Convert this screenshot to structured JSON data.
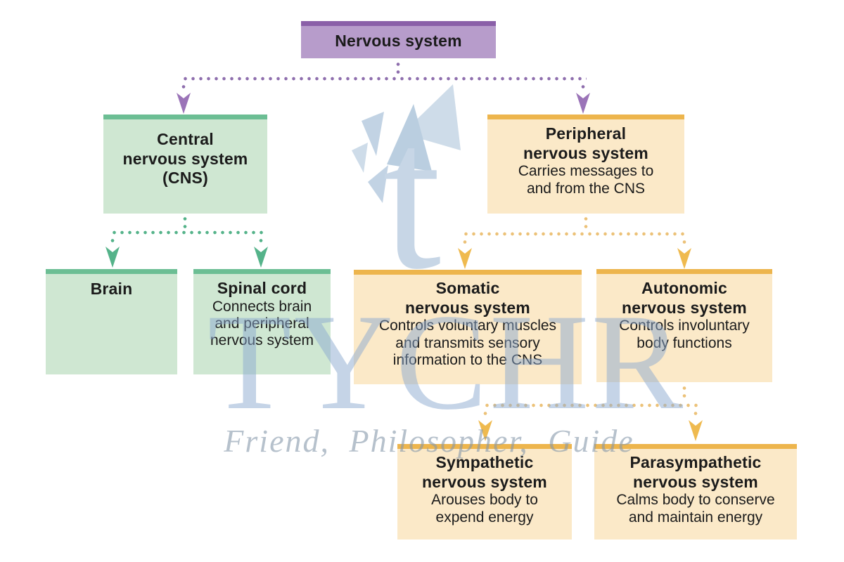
{
  "diagram": {
    "nodes": {
      "nervous_system": {
        "title": [
          "Nervous system"
        ]
      },
      "cns": {
        "title": [
          "Central",
          "nervous system",
          "(CNS)"
        ]
      },
      "pns": {
        "title": [
          "Peripheral",
          "nervous system"
        ],
        "body": [
          "Carries messages to",
          "and from the CNS"
        ]
      },
      "brain": {
        "title": [
          "Brain"
        ]
      },
      "spinal_cord": {
        "title": [
          "Spinal cord"
        ],
        "body": [
          "Connects brain",
          "and peripheral",
          "nervous system"
        ]
      },
      "somatic": {
        "title": [
          "Somatic",
          "nervous system"
        ],
        "body": [
          "Controls voluntary muscles",
          "and transmits sensory",
          "information to the CNS"
        ]
      },
      "autonomic": {
        "title": [
          "Autonomic",
          "nervous system"
        ],
        "body": [
          "Controls involuntary",
          "body functions"
        ]
      },
      "sympathetic": {
        "title": [
          "Sympathetic",
          "nervous system"
        ],
        "body": [
          "Arouses body to",
          "expend energy"
        ]
      },
      "parasympathetic": {
        "title": [
          "Parasympathetic",
          "nervous system"
        ],
        "body": [
          "Calms body to conserve",
          "and maintain energy"
        ]
      }
    }
  },
  "watermark": {
    "brand": "TYCHR",
    "tagline": "Friend, Philosopher, Guide",
    "logo_icon": "t-logo"
  },
  "colors": {
    "purple_fill": "#b79ccb",
    "purple_bar": "#8a5fa8",
    "purple_dot": "#8f6fae",
    "purple_arrow": "#9b74b8",
    "green_fill": "#cfe7d2",
    "green_bar": "#6cbe94",
    "green_dot": "#55b38a",
    "green_arrow": "#55b38a",
    "orange_fill": "#fbe9c8",
    "orange_bar": "#edb54d",
    "orange_dot": "#ecc279",
    "orange_arrow": "#efba4f",
    "text": "#1b1b1b",
    "watermark_blue": "#8baad0"
  }
}
